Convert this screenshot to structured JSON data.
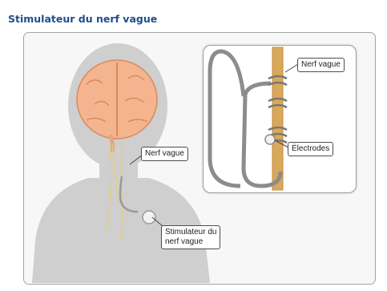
{
  "title": "Stimulateur du nerf vague",
  "labels": {
    "nerve_main": "Nerf vague",
    "stimulator_line1": "Stimulateur du",
    "stimulator_line2": "nerf vague",
    "nerve_inset": "Nerf vague",
    "electrodes": "Électrodes"
  },
  "colors": {
    "title": "#1f4e8c",
    "silhouette": "#cdcdcd",
    "brain": "#f4b48e",
    "nerve": "#d9a85a",
    "wire": "#8f8f8f"
  }
}
